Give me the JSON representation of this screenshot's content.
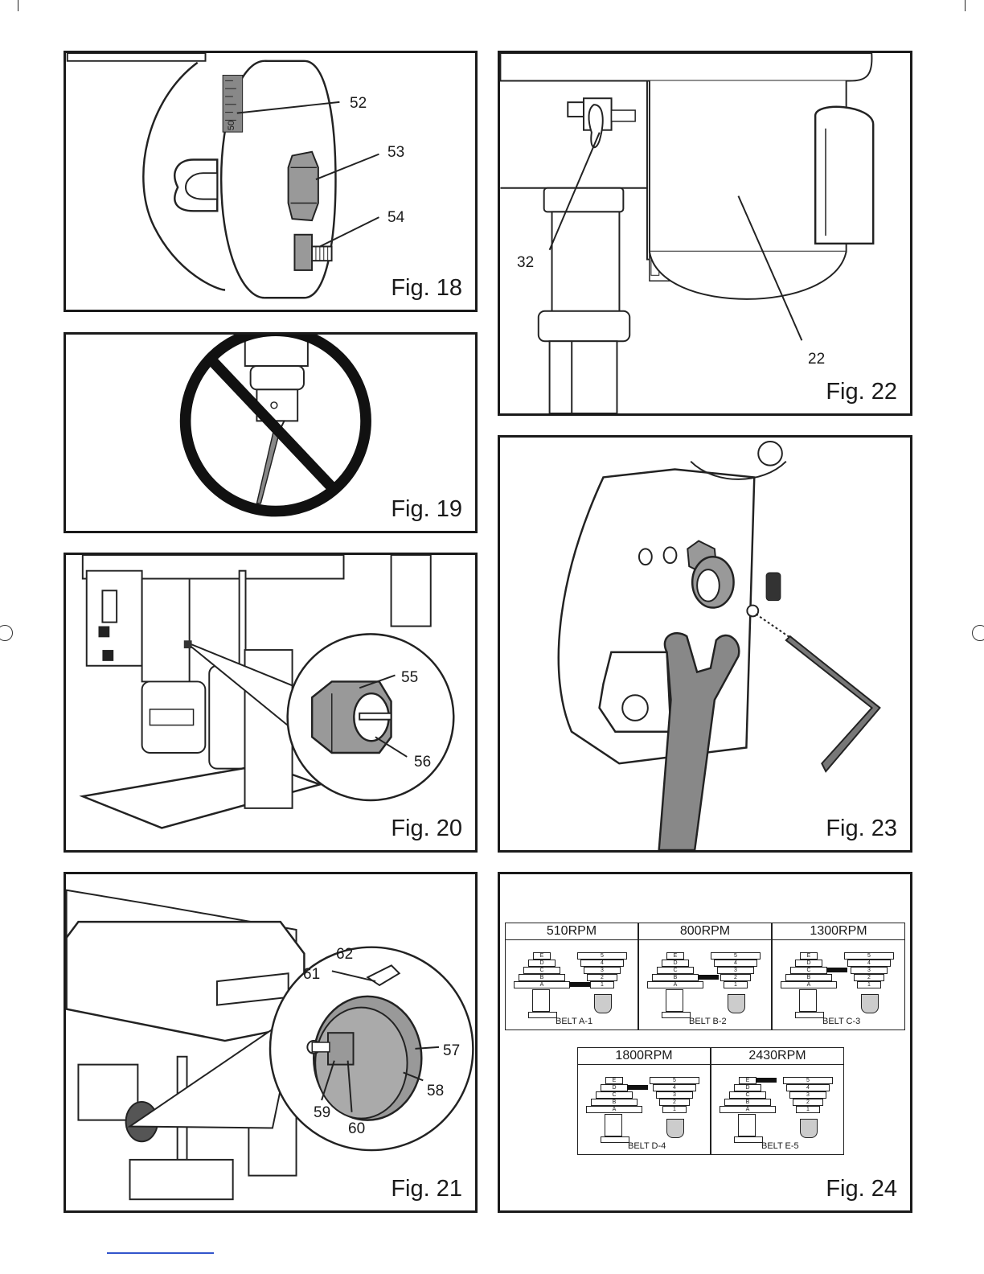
{
  "figures": {
    "fig18": {
      "caption": "Fig. 18",
      "callouts": [
        "52",
        "53",
        "54"
      ],
      "dial_mark": "50"
    },
    "fig19": {
      "caption": "Fig. 19"
    },
    "fig20": {
      "caption": "Fig. 20",
      "callouts": [
        "55",
        "56"
      ]
    },
    "fig21": {
      "caption": "Fig. 21",
      "callouts": [
        "62",
        "61",
        "57",
        "58",
        "59",
        "60"
      ]
    },
    "fig22": {
      "caption": "Fig. 22",
      "callouts": [
        "32",
        "22"
      ]
    },
    "fig23": {
      "caption": "Fig. 23"
    },
    "fig24": {
      "caption": "Fig. 24",
      "speeds": [
        {
          "rpm": "510RPM",
          "belt": "BELT A-1"
        },
        {
          "rpm": "800RPM",
          "belt": "BELT B-2"
        },
        {
          "rpm": "1300RPM",
          "belt": "BELT C-3"
        },
        {
          "rpm": "1800RPM",
          "belt": "BELT D-4"
        },
        {
          "rpm": "2430RPM",
          "belt": "BELT E-5"
        }
      ],
      "motor_steps": [
        "E",
        "D",
        "C",
        "B",
        "A"
      ],
      "spindle_steps": [
        "5",
        "4",
        "3",
        "2",
        "1"
      ]
    }
  }
}
